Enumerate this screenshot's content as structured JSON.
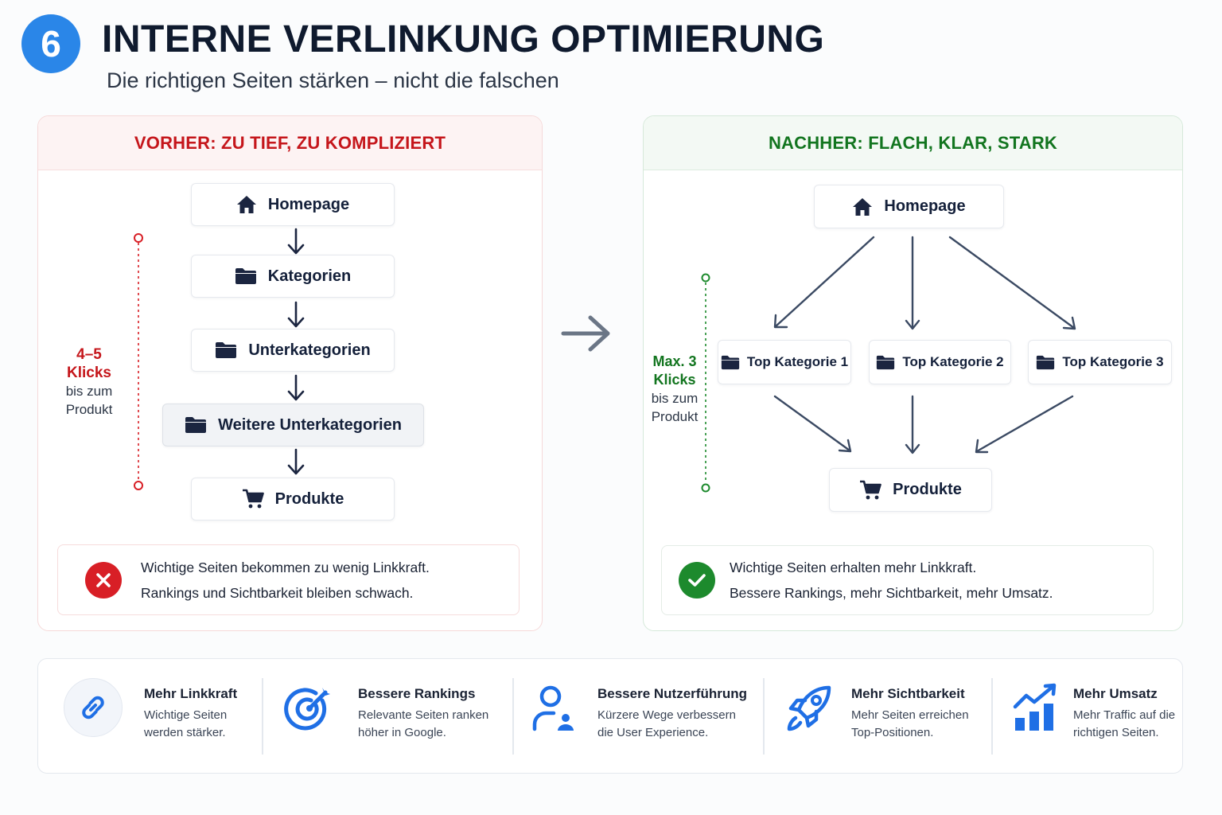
{
  "header": {
    "step_number": "6",
    "title": "INTERNE VERLINKUNG OPTIMIERUNG",
    "subtitle": "Die richtigen Seiten stärken – nicht die falschen"
  },
  "before": {
    "heading": "VORHER: ZU TIEF, ZU KOMPLIZIERT",
    "nodes": [
      "Homepage",
      "Kategorien",
      "Unterkategorien",
      "Weitere Unterkategorien",
      "Produkte"
    ],
    "clicks_value": "4–5",
    "clicks_word": "Klicks",
    "clicks_rest_1": "bis zum",
    "clicks_rest_2": "Produkt",
    "message_line_1": "Wichtige Seiten bekommen zu wenig Linkkraft.",
    "message_line_2": "Rankings und Sichtbarkeit bleiben schwach.",
    "accent_color": "#c5161b"
  },
  "after": {
    "heading": "NACHHER: FLACH, KLAR, STARK",
    "top_node": "Homepage",
    "categories": [
      "Top Kategorie 1",
      "Top Kategorie 2",
      "Top Kategorie 3"
    ],
    "bottom_node": "Produkte",
    "clicks_value": "Max. 3",
    "clicks_word": "Klicks",
    "clicks_rest_1": "bis zum",
    "clicks_rest_2": "Produkt",
    "message_line_1": "Wichtige Seiten erhalten mehr Linkkraft.",
    "message_line_2": "Bessere Rankings, mehr Sichtbarkeit, mehr Umsatz.",
    "accent_color": "#12751f"
  },
  "icons": {
    "home": "home-icon",
    "folder": "folder-icon",
    "cart": "cart-icon",
    "error": "x-circle-icon",
    "success": "check-circle-icon",
    "transition": "arrow-right-icon"
  },
  "benefits": [
    {
      "icon": "link-icon",
      "title": "Mehr Linkkraft",
      "line_1": "Wichtige Seiten",
      "line_2": "werden stärker."
    },
    {
      "icon": "target-icon",
      "title": "Bessere Rankings",
      "line_1": "Relevante Seiten ranken",
      "line_2": "höher in Google."
    },
    {
      "icon": "user-icon",
      "title": "Bessere Nutzerführung",
      "line_1": "Kürzere Wege verbessern",
      "line_2": "die User Experience."
    },
    {
      "icon": "rocket-icon",
      "title": "Mehr Sichtbarkeit",
      "line_1": "Mehr Seiten erreichen",
      "line_2": "Top-Positionen."
    },
    {
      "icon": "growth-chart-icon",
      "title": "Mehr Umsatz",
      "line_1": "Mehr Traffic auf die",
      "line_2": "richtigen Seiten."
    }
  ],
  "colors": {
    "badge_blue": "#2a86e8",
    "icon_blue": "#1f6fe5",
    "node_icon": "#1b2540",
    "arrow": "#3b4a63"
  }
}
